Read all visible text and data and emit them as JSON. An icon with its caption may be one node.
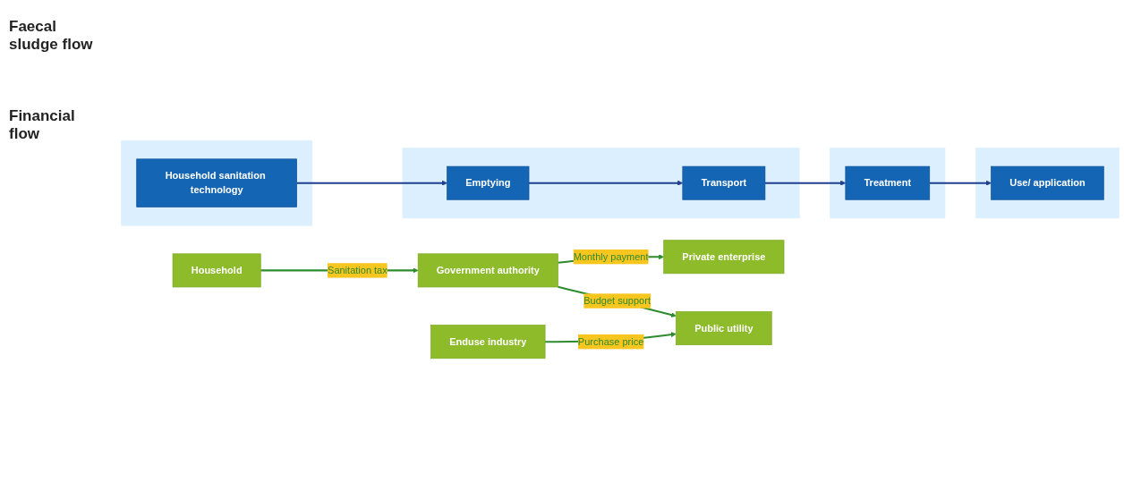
{
  "diagram": {
    "nodes": [
      {
        "text": [],
        "shape": "box"
      },
      {
        "text": [
          "Household sanitation technology"
        ],
        "in": 0
      },
      {
        "text": [],
        "shape": "box"
      },
      {
        "text": [
          "Emptying"
        ],
        "in": 2
      },
      {
        "text": [
          "Transport"
        ],
        "in": 2
      },
      {
        "text": [],
        "shape": "box"
      },
      {
        "text": [
          "Treatment"
        ],
        "in": 5
      },
      {
        "text": [],
        "shape": "box"
      },
      {
        "text": [
          "Use/ application"
        ],
        "in": 7
      },
      {
        "text": [
          "Household"
        ]
      },
      {
        "text": [
          "Private enterprise"
        ]
      },
      {
        "text": [
          "Public utility"
        ]
      },
      {
        "text": [
          "Enduse industry"
        ]
      },
      {
        "text": [
          "Government authority"
        ]
      }
    ],
    "edges": [
      {
        "from": 1,
        "to": 3,
        "arrow": "to",
        "color": "#1f3f8f"
      },
      {
        "from": 3,
        "to": 4,
        "arrow": "to",
        "color": "#1f3f8f"
      },
      {
        "from": 4,
        "to": 6,
        "arrow": "to",
        "color": "#1f3f8f"
      },
      {
        "from": 6,
        "to": 8,
        "arrow": "to",
        "color": "#1f3f8f"
      },
      {
        "from": 9,
        "to": 13,
        "arrow": "to",
        "label": "Sanitation tax",
        "color": "#2e8b2e"
      },
      {
        "from": 13,
        "to": 10,
        "arrow": "to",
        "label": "Monthly payment",
        "color": "#2e8b2e"
      },
      {
        "from": 13,
        "to": 11,
        "arrow": "to",
        "label": "Budget support",
        "color": "#2e8b2e"
      },
      {
        "from": 12,
        "to": 11,
        "arrow": "to",
        "label": "Purchase price",
        "color": "#2e8b2e"
      }
    ],
    "labels": [
      "Faecal sludge flow",
      "Financial flow"
    ]
  }
}
